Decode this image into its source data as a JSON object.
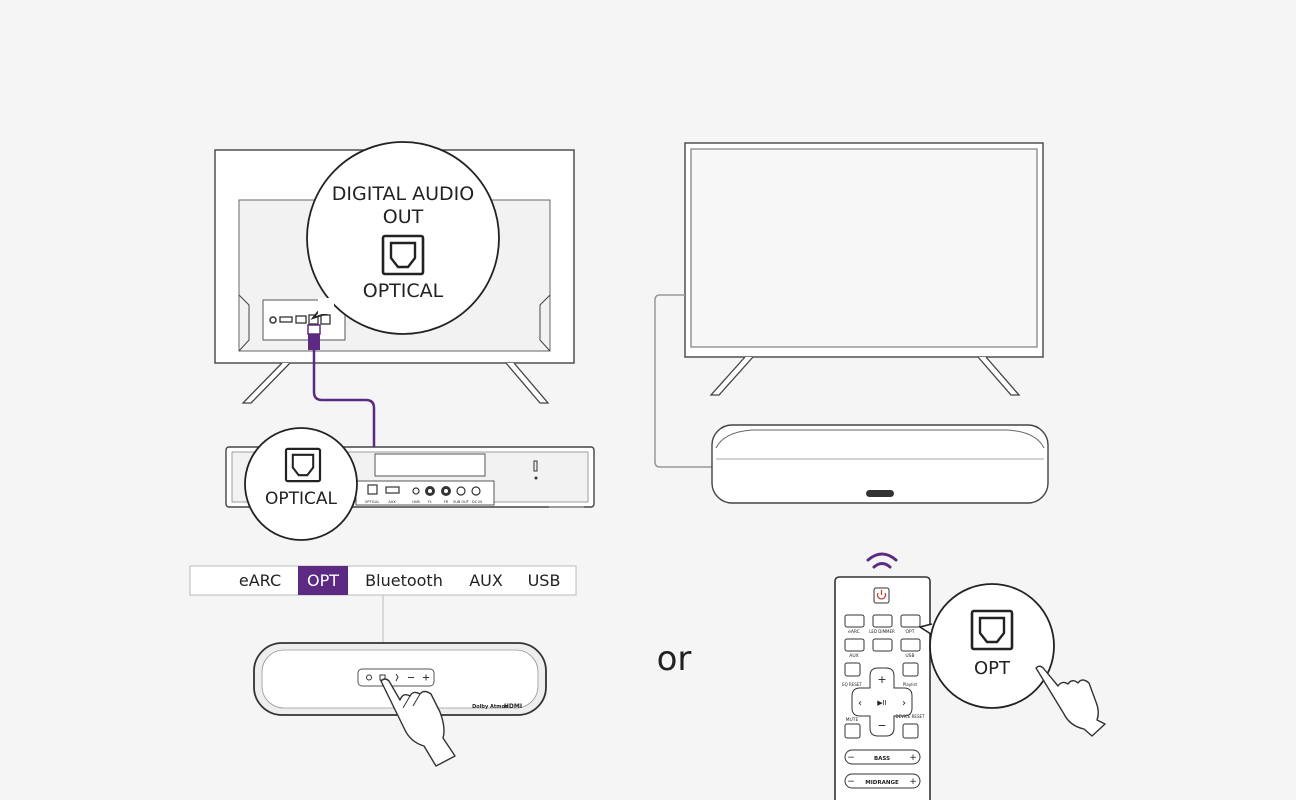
{
  "accent_color": "#5c2a82",
  "tv_callout": {
    "line1": "DIGITAL AUDIO",
    "line2": "OUT",
    "label": "OPTICAL",
    "icon": "optical-port-icon"
  },
  "soundbar_callout": {
    "label": "OPTICAL",
    "icon": "optical-port-icon"
  },
  "soundbar_rear_ports": [
    "OPTICAL",
    "AUX",
    "HUB",
    "FL",
    "FR",
    "SUB OUT",
    "DC IN"
  ],
  "source_selector": {
    "items": [
      "eARC",
      "OPT",
      "Bluetooth",
      "AUX",
      "USB"
    ],
    "selected": "OPT"
  },
  "soundbar_front": {
    "logos": [
      "Dolby Atmos",
      "HDMI"
    ]
  },
  "separator": "or",
  "remote": {
    "buttons": [
      "eARC",
      "LED DIMMER",
      "OPT",
      "AUX",
      "USB",
      "EQ RESET",
      "Playlist",
      "MUTE",
      "DEVICE RESET"
    ],
    "bars": [
      "BASS",
      "MIDRANGE"
    ]
  },
  "remote_callout": {
    "label": "OPT",
    "icon": "optical-port-icon"
  }
}
